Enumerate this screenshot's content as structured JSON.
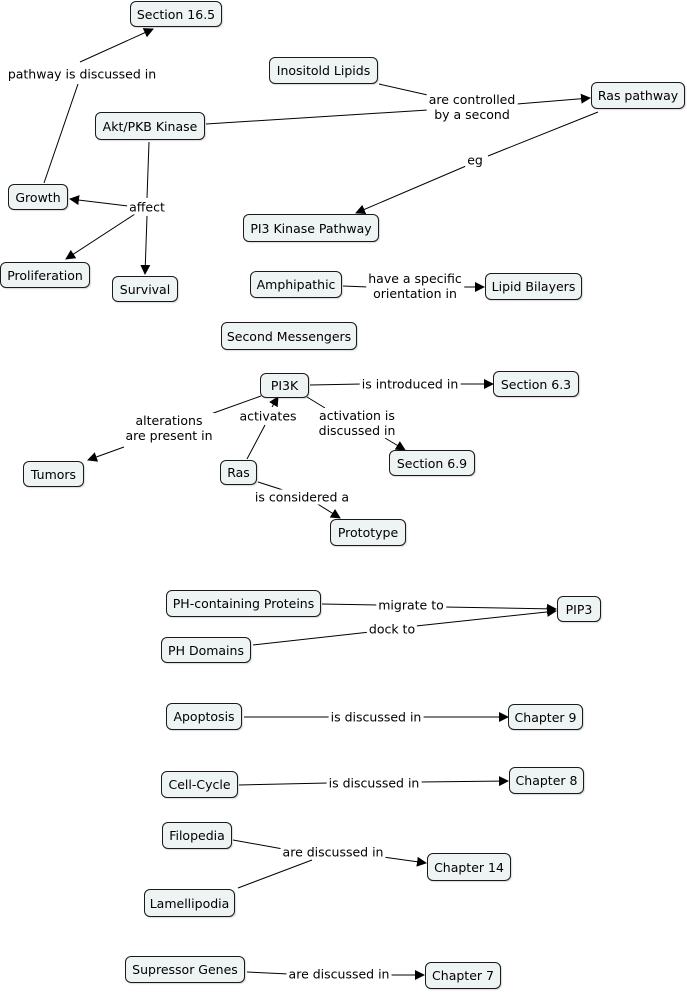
{
  "nodes": {
    "section165": "Section 16.5",
    "inositol_lipids": "Inositold Lipids",
    "ras_pathway": "Ras pathway",
    "akt": "Akt/PKB Kinase",
    "growth": "Growth",
    "pi3_kinase_pathway": "PI3 Kinase Pathway",
    "proliferation": "Proliferation",
    "survival": "Survival",
    "amphipathic": "Amphipathic",
    "lipid_bilayers": "Lipid Bilayers",
    "second_messengers": "Second Messengers",
    "pi3k": "PI3K",
    "section63": "Section 6.3",
    "tumors": "Tumors",
    "section69": "Section 6.9",
    "ras": "Ras",
    "prototype": "Prototype",
    "ph_proteins": "PH-containing Proteins",
    "pip3": "PIP3",
    "ph_domains": "PH Domains",
    "apoptosis": "Apoptosis",
    "chapter9": "Chapter 9",
    "cell_cycle": "Cell-Cycle",
    "chapter8": "Chapter 8",
    "filopedia": "Filopedia",
    "chapter14": "Chapter 14",
    "lamellipodia": "Lamellipodia",
    "suppressor_genes": "Supressor Genes",
    "chapter7": "Chapter 7"
  },
  "links": {
    "pathway_discussed": "pathway is discussed in",
    "controlled_second": "are controlled\nby a second",
    "eg": "eg",
    "affect": "affect",
    "specific_orientation": "have a specific\norientation in",
    "introduced_in": "is introduced in",
    "alterations_present": "alterations\nare present in",
    "activates": "activates",
    "activation_discussed": "activation is\ndiscussed in",
    "considered_a": "is considered a",
    "migrate_to": "migrate to",
    "dock_to": "dock to",
    "apoptosis_discussed": "is discussed in",
    "cellcycle_discussed": "is discussed in",
    "are_discussed_in": "are discussed in",
    "suppressor_discussed": "are discussed in"
  },
  "colors": {
    "node_fill": "#eef3f4",
    "node_border": "#1a1a1a",
    "edge": "#000000"
  }
}
